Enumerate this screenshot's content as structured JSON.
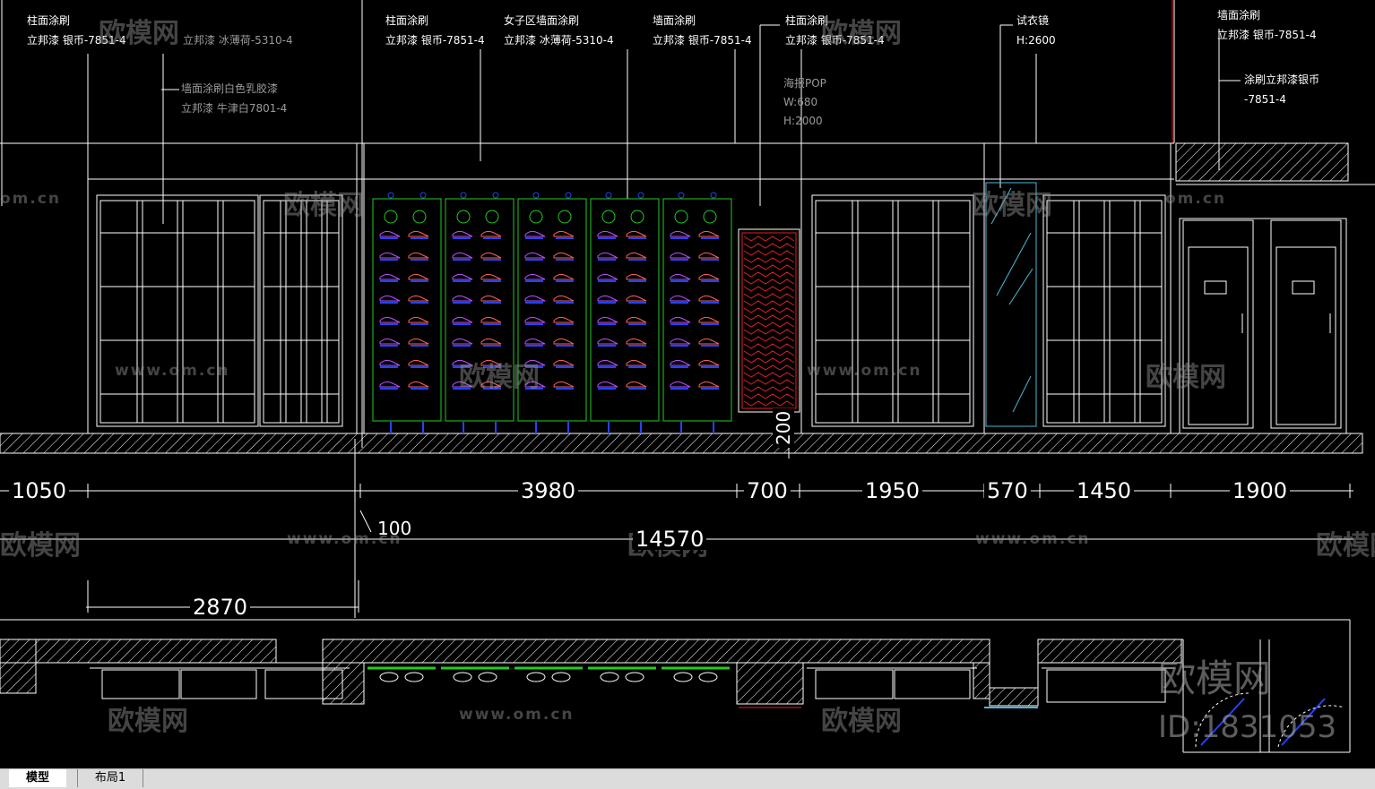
{
  "annotations": {
    "a1": {
      "title": "柱面涂刷",
      "spec": "立邦漆 银币-7851-4"
    },
    "a2": {
      "spec": "立邦漆 冰薄荷-5310-4"
    },
    "a3": {
      "title": "墙面涂刷白色乳胶漆",
      "spec": "立邦漆 牛津白7801-4"
    },
    "a4": {
      "title": "柱面涂刷",
      "spec": "立邦漆 银币-7851-4"
    },
    "a5": {
      "title": "女子区墙面涂刷",
      "spec": "立邦漆 冰薄荷-5310-4"
    },
    "a6": {
      "title": "墙面涂刷",
      "spec": "立邦漆 银币-7851-4"
    },
    "a7": {
      "title": "柱面涂刷",
      "spec": "立邦漆 银币-7851-4"
    },
    "a8": {
      "title": "海报POP",
      "w": "W:680",
      "h": "H:2000"
    },
    "a9": {
      "title": "试衣镜",
      "h": "H:2600"
    },
    "a10": {
      "title": "墙面涂刷",
      "spec": "立邦漆 银币-7851-4"
    },
    "a11": {
      "title": "涂刷立邦漆银币",
      "spec": "-7851-4"
    }
  },
  "dimensions": {
    "d1050": "1050",
    "d3980": "3980",
    "d700": "700",
    "d200": "200",
    "d1950": "1950",
    "d570": "570",
    "d1450": "1450",
    "d1900": "1900",
    "d100": "100",
    "d14570": "14570",
    "d2870": "2870"
  },
  "watermark": {
    "brand": "欧模网",
    "url": "www.om.cn",
    "url_partial": "om.cn",
    "id": "ID:1831053"
  },
  "tabs": [
    {
      "label": "模型"
    },
    {
      "label": "布局1"
    }
  ],
  "colors": {
    "background": "#000000",
    "lines": "#ffffff",
    "shelf_green": "#22cc22",
    "mirror_cyan": "#4ab8d8",
    "poster_red": "#e02020",
    "hook_blue": "#2244ff"
  }
}
